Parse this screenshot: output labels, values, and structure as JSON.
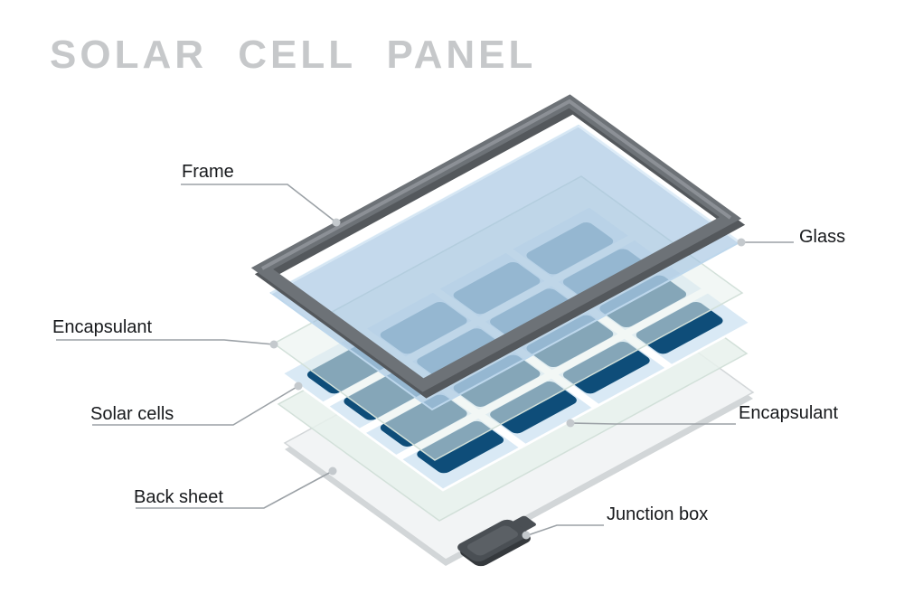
{
  "title": "SOLAR CELL PANEL",
  "labels": {
    "frame": "Frame",
    "glass": "Glass",
    "encapsulant_left": "Encapsulant",
    "solar_cells": "Solar cells",
    "encapsulant_right": "Encapsulant",
    "back_sheet": "Back sheet",
    "junction_box": "Junction box"
  },
  "colors": {
    "title_text": "#c6c8ca",
    "label_text": "#17191c",
    "leader_line": "#9ba1a6",
    "leader_dot": "#c4c9cd",
    "frame": "#6d7277",
    "frame_shadow": "#54585c",
    "frame_highlight": "#8f9499",
    "glass": "#9fc2e0",
    "glass_edge": "#bdd7ec",
    "encapsulant": "#e7f1ec",
    "encapsulant_edge": "#d2e0d9",
    "cell_sheet": "#d9e9f5",
    "cell": "#0e4d79",
    "back_sheet": "#f2f4f5",
    "back_sheet_edge": "#d2d6d8",
    "junction_box": "#4a4f54",
    "junction_box_shadow": "#35393d"
  }
}
